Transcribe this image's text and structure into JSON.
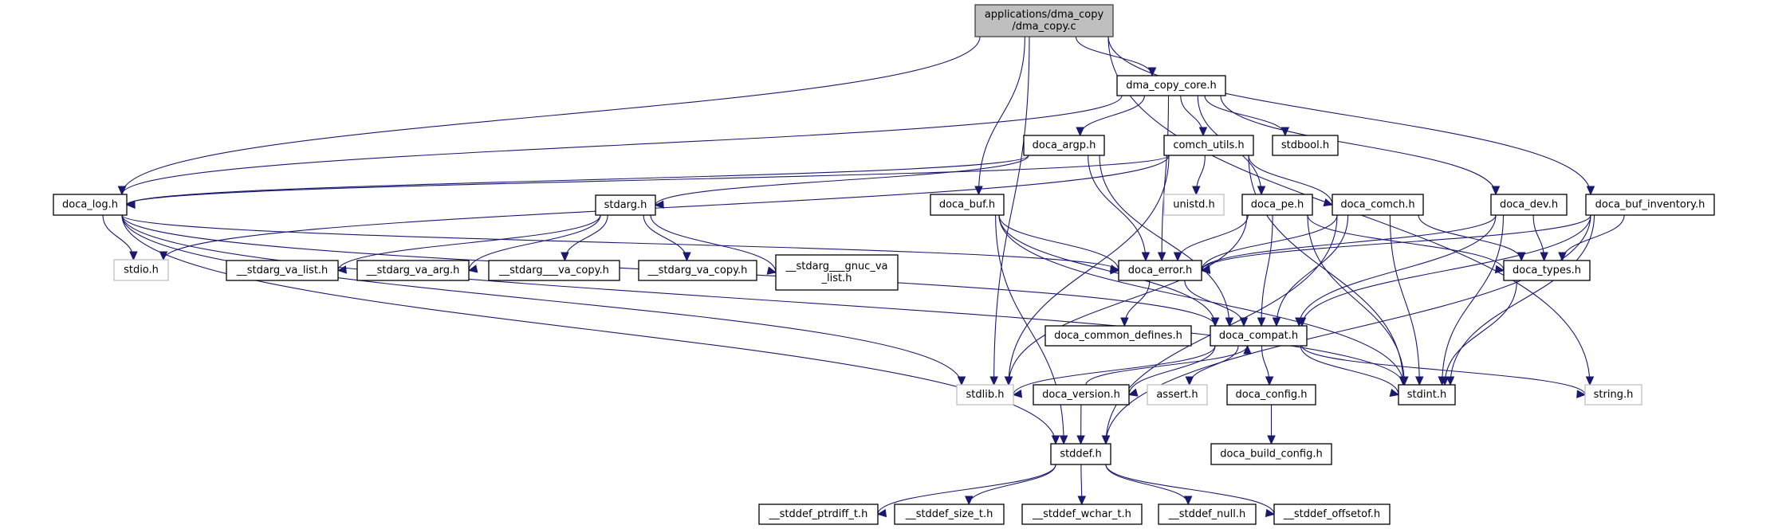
{
  "diagram": {
    "type": "include-dependency-graph",
    "colors": {
      "edge": "#191970",
      "root_fill": "#bfbfbf",
      "root_border": "#404040",
      "node_fill": "#ffffff",
      "node_border": "#000000",
      "external_border": "#bfbfbf"
    },
    "nodes": [
      {
        "id": "root",
        "label": [
          "applications/dma_copy",
          "/dma_copy.c"
        ],
        "kind": "root"
      },
      {
        "id": "dma_copy_core",
        "label": [
          "dma_copy_core.h"
        ],
        "kind": "doc"
      },
      {
        "id": "doca_argp",
        "label": [
          "doca_argp.h"
        ],
        "kind": "doc"
      },
      {
        "id": "comch_utils",
        "label": [
          "comch_utils.h"
        ],
        "kind": "doc"
      },
      {
        "id": "stdbool",
        "label": [
          "stdbool.h"
        ],
        "kind": "doc"
      },
      {
        "id": "doca_log",
        "label": [
          "doca_log.h"
        ],
        "kind": "doc"
      },
      {
        "id": "stdarg",
        "label": [
          "stdarg.h"
        ],
        "kind": "doc"
      },
      {
        "id": "doca_buf",
        "label": [
          "doca_buf.h"
        ],
        "kind": "doc"
      },
      {
        "id": "unistd",
        "label": [
          "unistd.h"
        ],
        "kind": "external"
      },
      {
        "id": "doca_pe",
        "label": [
          "doca_pe.h"
        ],
        "kind": "doc"
      },
      {
        "id": "doca_comch",
        "label": [
          "doca_comch.h"
        ],
        "kind": "doc"
      },
      {
        "id": "doca_dev",
        "label": [
          "doca_dev.h"
        ],
        "kind": "doc"
      },
      {
        "id": "doca_buf_inventory",
        "label": [
          "doca_buf_inventory.h"
        ],
        "kind": "doc"
      },
      {
        "id": "stdio",
        "label": [
          "stdio.h"
        ],
        "kind": "external"
      },
      {
        "id": "stdarg_va_list",
        "label": [
          "__stdarg_va_list.h"
        ],
        "kind": "doc"
      },
      {
        "id": "stdarg_va_arg",
        "label": [
          "__stdarg_va_arg.h"
        ],
        "kind": "doc"
      },
      {
        "id": "stdarg___va_copy",
        "label": [
          "__stdarg___va_copy.h"
        ],
        "kind": "doc"
      },
      {
        "id": "stdarg_va_copy",
        "label": [
          "__stdarg_va_copy.h"
        ],
        "kind": "doc"
      },
      {
        "id": "stdarg___gnuc_va_list",
        "label": [
          "__stdarg___gnuc_va",
          "_list.h"
        ],
        "kind": "doc"
      },
      {
        "id": "doca_error",
        "label": [
          "doca_error.h"
        ],
        "kind": "doc"
      },
      {
        "id": "doca_types",
        "label": [
          "doca_types.h"
        ],
        "kind": "doc"
      },
      {
        "id": "doca_common_defines",
        "label": [
          "doca_common_defines.h"
        ],
        "kind": "doc"
      },
      {
        "id": "doca_compat",
        "label": [
          "doca_compat.h"
        ],
        "kind": "doc"
      },
      {
        "id": "stdlib",
        "label": [
          "stdlib.h"
        ],
        "kind": "external"
      },
      {
        "id": "doca_version",
        "label": [
          "doca_version.h"
        ],
        "kind": "doc"
      },
      {
        "id": "assert",
        "label": [
          "assert.h"
        ],
        "kind": "external"
      },
      {
        "id": "doca_config",
        "label": [
          "doca_config.h"
        ],
        "kind": "doc"
      },
      {
        "id": "stdint",
        "label": [
          "stdint.h"
        ],
        "kind": "doc"
      },
      {
        "id": "string",
        "label": [
          "string.h"
        ],
        "kind": "external"
      },
      {
        "id": "stddef",
        "label": [
          "stddef.h"
        ],
        "kind": "doc"
      },
      {
        "id": "doca_build_config",
        "label": [
          "doca_build_config.h"
        ],
        "kind": "doc"
      },
      {
        "id": "stddef_ptrdiff_t",
        "label": [
          "__stddef_ptrdiff_t.h"
        ],
        "kind": "doc"
      },
      {
        "id": "stddef_size_t",
        "label": [
          "__stddef_size_t.h"
        ],
        "kind": "doc"
      },
      {
        "id": "stddef_wchar_t",
        "label": [
          "__stddef_wchar_t.h"
        ],
        "kind": "doc"
      },
      {
        "id": "stddef_null",
        "label": [
          "__stddef_null.h"
        ],
        "kind": "doc"
      },
      {
        "id": "stddef_offsetof",
        "label": [
          "__stddef_offsetof.h"
        ],
        "kind": "doc"
      }
    ],
    "edges": [
      [
        "root",
        "dma_copy_core"
      ],
      [
        "root",
        "doca_log"
      ],
      [
        "root",
        "doca_buf"
      ],
      [
        "root",
        "doca_buf_inventory"
      ],
      [
        "root",
        "stdlib"
      ],
      [
        "root",
        "string"
      ],
      [
        "dma_copy_core",
        "doca_argp"
      ],
      [
        "dma_copy_core",
        "comch_utils"
      ],
      [
        "dma_copy_core",
        "stdbool"
      ],
      [
        "dma_copy_core",
        "doca_log"
      ],
      [
        "dma_copy_core",
        "doca_error"
      ],
      [
        "dma_copy_core",
        "doca_pe"
      ],
      [
        "dma_copy_core",
        "doca_dev"
      ],
      [
        "doca_argp",
        "doca_log"
      ],
      [
        "doca_argp",
        "doca_error"
      ],
      [
        "doca_argp",
        "doca_compat"
      ],
      [
        "doca_argp",
        "stdarg"
      ],
      [
        "comch_utils",
        "doca_log"
      ],
      [
        "comch_utils",
        "stdio"
      ],
      [
        "comch_utils",
        "unistd"
      ],
      [
        "comch_utils",
        "doca_comch"
      ],
      [
        "comch_utils",
        "stdint"
      ],
      [
        "comch_utils",
        "stdlib"
      ],
      [
        "doca_log",
        "stdio"
      ],
      [
        "doca_log",
        "doca_error"
      ],
      [
        "doca_log",
        "doca_compat"
      ],
      [
        "doca_log",
        "stdint"
      ],
      [
        "doca_log",
        "stddef"
      ],
      [
        "doca_log",
        "stdlib"
      ],
      [
        "stdarg",
        "stdarg_va_list"
      ],
      [
        "stdarg",
        "stdarg_va_arg"
      ],
      [
        "stdarg",
        "stdarg___va_copy"
      ],
      [
        "stdarg",
        "stdarg_va_copy"
      ],
      [
        "stdarg",
        "stdarg___gnuc_va_list"
      ],
      [
        "doca_buf",
        "doca_error"
      ],
      [
        "doca_buf",
        "doca_compat"
      ],
      [
        "doca_buf",
        "stdint"
      ],
      [
        "doca_buf",
        "stddef"
      ],
      [
        "doca_pe",
        "doca_error"
      ],
      [
        "doca_pe",
        "doca_compat"
      ],
      [
        "doca_pe",
        "doca_types"
      ],
      [
        "doca_pe",
        "stdint"
      ],
      [
        "doca_pe",
        "stdlib"
      ],
      [
        "doca_comch",
        "doca_error"
      ],
      [
        "doca_comch",
        "doca_compat"
      ],
      [
        "doca_comch",
        "doca_types"
      ],
      [
        "doca_comch",
        "stdint"
      ],
      [
        "doca_comch",
        "stddef"
      ],
      [
        "doca_dev",
        "doca_error"
      ],
      [
        "doca_dev",
        "doca_compat"
      ],
      [
        "doca_dev",
        "doca_types"
      ],
      [
        "doca_dev",
        "stdint"
      ],
      [
        "doca_buf_inventory",
        "doca_error"
      ],
      [
        "doca_buf_inventory",
        "doca_types"
      ],
      [
        "doca_buf_inventory",
        "doca_compat"
      ],
      [
        "doca_buf_inventory",
        "stdint"
      ],
      [
        "doca_buf_inventory",
        "stddef"
      ],
      [
        "doca_error",
        "doca_common_defines"
      ],
      [
        "doca_error",
        "doca_compat"
      ],
      [
        "doca_types",
        "stdint"
      ],
      [
        "doca_compat",
        "stdlib"
      ],
      [
        "doca_compat",
        "doca_version"
      ],
      [
        "doca_version",
        "doca_compat"
      ],
      [
        "doca_compat",
        "assert"
      ],
      [
        "doca_compat",
        "doca_config"
      ],
      [
        "doca_compat",
        "stdint"
      ],
      [
        "doca_compat",
        "string"
      ],
      [
        "doca_version",
        "stddef"
      ],
      [
        "doca_config",
        "doca_build_config"
      ],
      [
        "stddef",
        "stddef_ptrdiff_t"
      ],
      [
        "stddef",
        "stddef_size_t"
      ],
      [
        "stddef",
        "stddef_wchar_t"
      ],
      [
        "stddef",
        "stddef_null"
      ],
      [
        "stddef",
        "stddef_offsetof"
      ]
    ]
  }
}
